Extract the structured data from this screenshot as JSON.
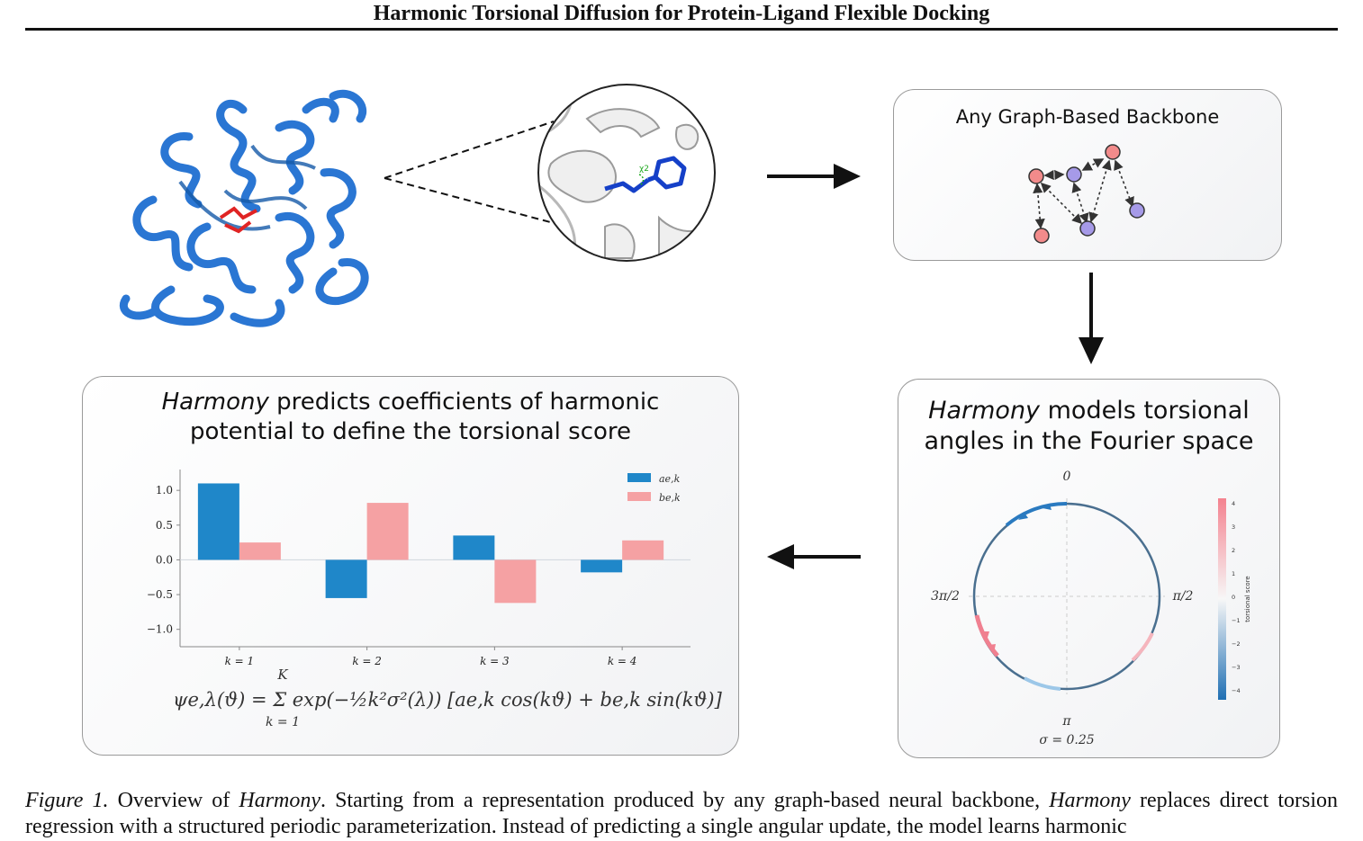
{
  "header": {
    "title": "Harmonic Torsional Diffusion for Protein-Ligand Flexible Docking"
  },
  "backbone_panel": {
    "title": "Any Graph-Based Backbone"
  },
  "fourier_panel": {
    "title_em": "Harmony",
    "title_rest_1": " models torsional",
    "title_line2": "angles in the Fourier space",
    "angle_top": "0",
    "angle_right": "π/2",
    "angle_bottom": "π",
    "angle_left": "3π/2",
    "sigma_label": "σ = 0.25",
    "colorbar_label": "torsional score",
    "colorbar_ticks": [
      "4",
      "3",
      "2",
      "1",
      "0",
      "−1",
      "−2",
      "−3",
      "−4"
    ]
  },
  "coeff_panel": {
    "title_em": "Harmony",
    "title_rest_1": " predicts coefficients of harmonic",
    "title_line2": "potential to define the torsional score",
    "formula": "ψe,λ(ϑ) = Σ exp(−½k²σ²(λ)) [ae,k cos(kϑ) + be,k sin(kϑ)]",
    "formula_upper": "K",
    "formula_lower": "k = 1"
  },
  "chart_data": {
    "type": "bar",
    "categories": [
      "k = 1",
      "k = 2",
      "k = 3",
      "k = 4"
    ],
    "series": [
      {
        "name": "ae,k",
        "values": [
          1.1,
          -0.55,
          0.35,
          -0.18
        ]
      },
      {
        "name": "be,k",
        "values": [
          0.25,
          0.82,
          -0.62,
          0.28
        ]
      }
    ],
    "yticks": [
      "1.0",
      "0.5",
      "0.0",
      "−0.5",
      "−1.0"
    ],
    "ylim": [
      -1.25,
      1.3
    ],
    "legend_position": "top-right",
    "colors": {
      "a": "#1f87c9",
      "b": "#f5a1a3"
    }
  },
  "colors": {
    "protein": "#1f6fd1",
    "ligand": "#e02424",
    "node_red": "#f28b8b",
    "node_purple": "#a69ae8"
  },
  "caption": {
    "label": "Figure 1.",
    "text_1": " Overview of ",
    "em_1": "Harmony",
    "text_2": ". Starting from a representation produced by any graph-based neural backbone, ",
    "em_2": "Harmony",
    "text_3": " replaces direct torsion regression with a structured periodic parameterization. Instead of predicting a single angular update, the model learns harmonic"
  }
}
